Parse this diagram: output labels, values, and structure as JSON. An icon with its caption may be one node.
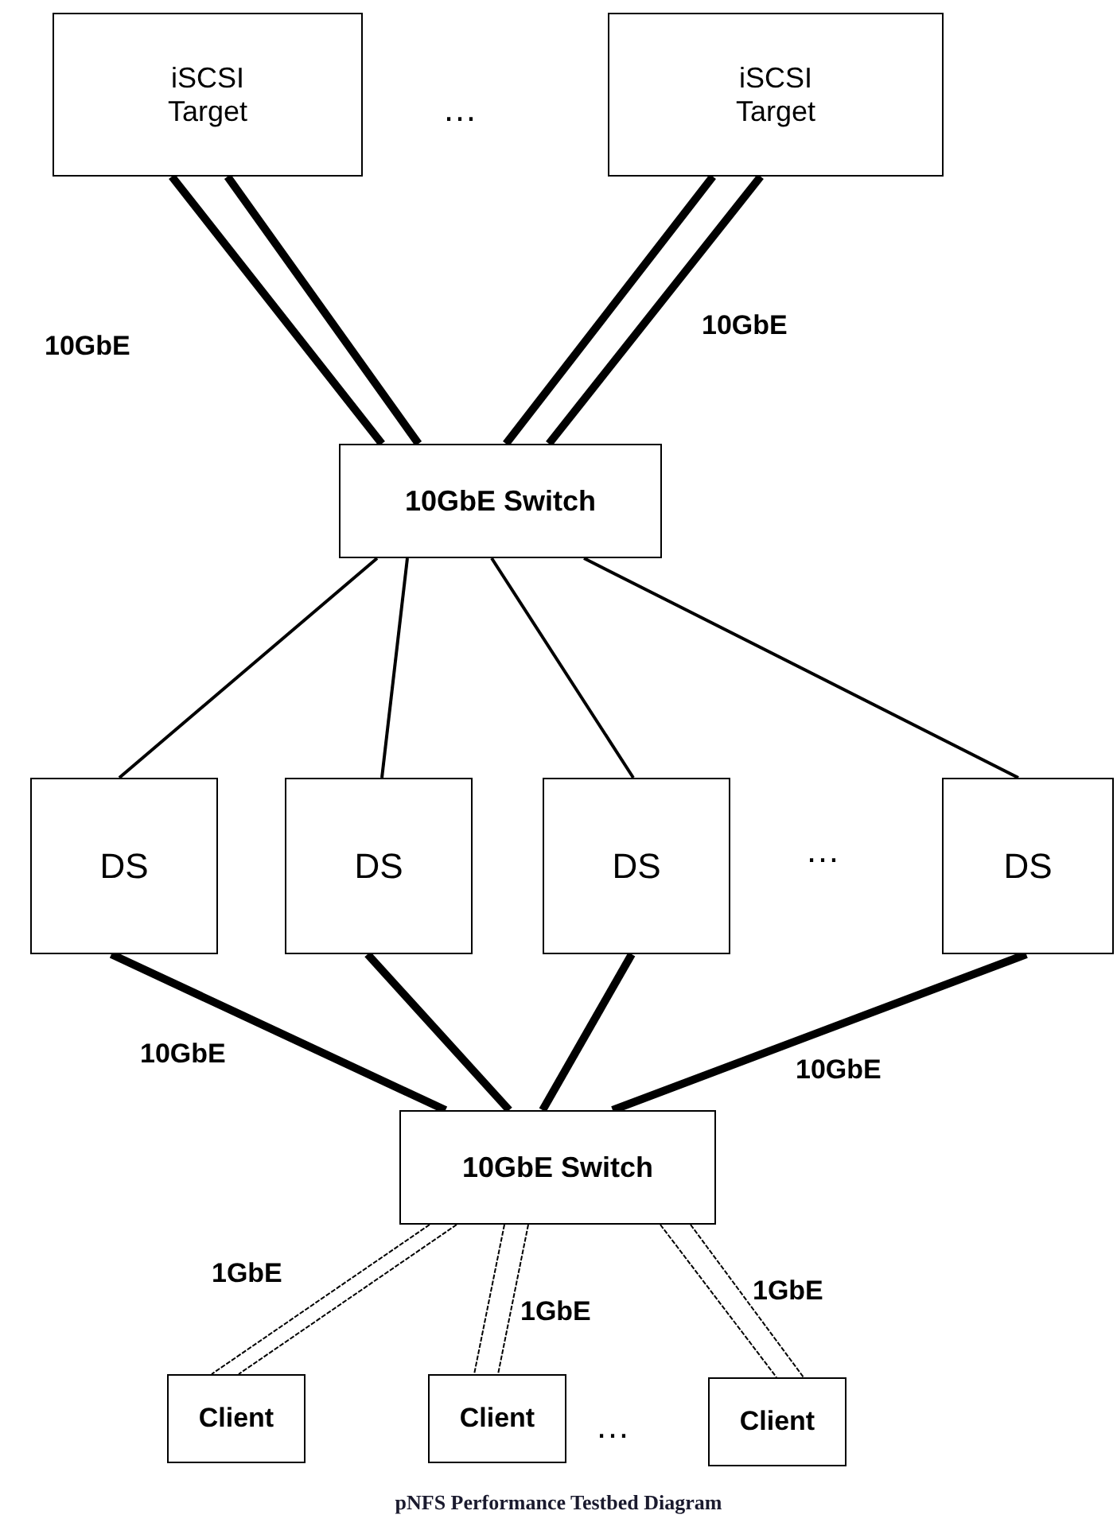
{
  "diagram": {
    "caption": "pNFS Performance Testbed Diagram",
    "nodes": [
      {
        "text": [
          "iSCSI Target"
        ]
      },
      {
        "text": [
          "iSCSI Target"
        ]
      },
      {
        "text": [
          "10GbE Switch"
        ]
      },
      {
        "text": [
          "DS"
        ]
      },
      {
        "text": [
          "DS"
        ]
      },
      {
        "text": [
          "DS"
        ]
      },
      {
        "text": [
          "DS"
        ]
      },
      {
        "text": [
          "10GbE Switch"
        ]
      },
      {
        "text": [
          "Client"
        ]
      },
      {
        "text": [
          "Client"
        ]
      },
      {
        "text": [
          "Client"
        ]
      }
    ],
    "edges": [
      {
        "from": 0,
        "to": 2,
        "arrow": "none",
        "style": "thick"
      },
      {
        "from": 0,
        "to": 2,
        "arrow": "none",
        "style": "thick"
      },
      {
        "from": 1,
        "to": 2,
        "arrow": "none",
        "style": "thick"
      },
      {
        "from": 1,
        "to": 2,
        "arrow": "none",
        "style": "thick"
      },
      {
        "from": 2,
        "to": 3,
        "arrow": "none"
      },
      {
        "from": 2,
        "to": 4,
        "arrow": "none"
      },
      {
        "from": 2,
        "to": 5,
        "arrow": "none"
      },
      {
        "from": 2,
        "to": 6,
        "arrow": "none"
      },
      {
        "from": 3,
        "to": 7,
        "arrow": "none",
        "style": "thick"
      },
      {
        "from": 4,
        "to": 7,
        "arrow": "none",
        "style": "thick"
      },
      {
        "from": 5,
        "to": 7,
        "arrow": "none",
        "style": "thick"
      },
      {
        "from": 6,
        "to": 7,
        "arrow": "none",
        "style": "thick"
      },
      {
        "from": 7,
        "to": 8,
        "arrow": "none",
        "style": "dashed"
      },
      {
        "from": 7,
        "to": 8,
        "arrow": "none",
        "style": "dashed"
      },
      {
        "from": 7,
        "to": 9,
        "arrow": "none",
        "style": "dashed"
      },
      {
        "from": 7,
        "to": 9,
        "arrow": "none",
        "style": "dashed"
      },
      {
        "from": 7,
        "to": 10,
        "arrow": "none",
        "style": "dashed"
      },
      {
        "from": 7,
        "to": 10,
        "arrow": "none",
        "style": "dashed"
      }
    ],
    "labels": [
      "…",
      "10GbE",
      "10GbE",
      "…",
      "10GbE",
      "10GbE",
      "1GbE",
      "1GbE",
      "1GbE",
      "…"
    ]
  }
}
